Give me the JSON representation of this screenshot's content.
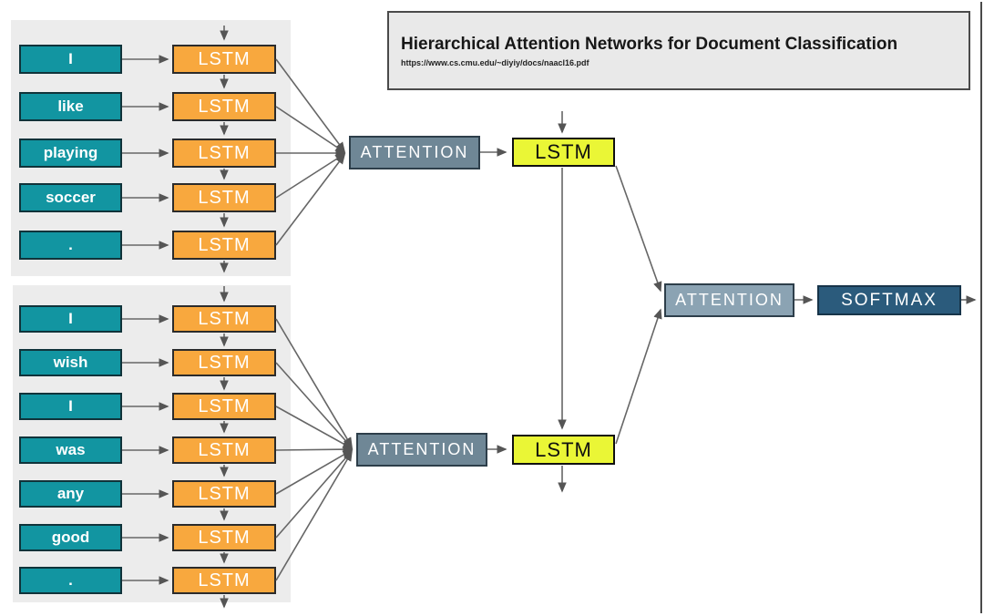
{
  "title_box": {
    "title": "Hierarchical Attention Networks for Document Classification",
    "url": "https://www.cs.cmu.edu/~diyiy/docs/naacl16.pdf"
  },
  "labels": {
    "word_lstm": "LSTM",
    "sentence_lstm": "LSTM",
    "word_attention": "ATTENTION",
    "sentence_attention": "ATTENTION",
    "softmax": "SOFTMAX"
  },
  "sentences": [
    {
      "words": [
        "I",
        "like",
        "playing",
        "soccer",
        "."
      ]
    },
    {
      "words": [
        "I",
        "wish",
        "I",
        "was",
        "any",
        "good",
        "."
      ]
    }
  ],
  "colors": {
    "word_box": "#1295a1",
    "word_lstm_box": "#f8a83e",
    "sentence_lstm_box": "#eaf636",
    "word_attention_box": "#6f8796",
    "sentence_attention_box": "#8ba3b3",
    "softmax_box": "#2b5b7c",
    "panel_background": "#ececec",
    "arrow": "#666666"
  }
}
